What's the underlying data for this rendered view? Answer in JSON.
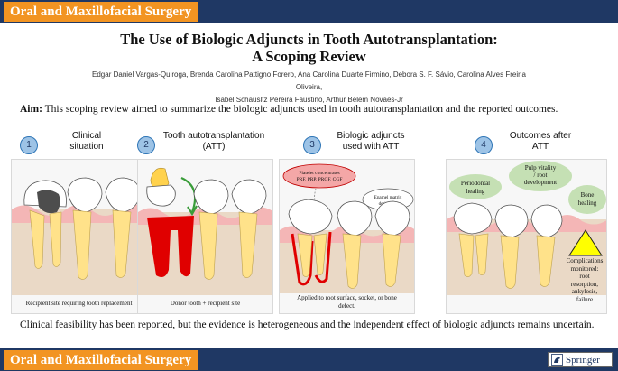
{
  "journal": {
    "name": "Oral and Maxillofacial Surgery"
  },
  "title": {
    "line1": "The Use of Biologic Adjuncts in Tooth Autotransplantation:",
    "line2": "A Scoping Review"
  },
  "authors": {
    "line1": "Edgar Daniel Vargas-Quiroga, Brenda Carolina Pattigno Forero, Ana Carolina Duarte Firmino, Debora S. F. Sávio, Carolina Alves Freiria Oliveira,",
    "line2": "Isabel Schausltz Pereira Faustino, Arthur Belem Novaes-Jr"
  },
  "aim": {
    "label": "Aim:",
    "text": " This scoping review aimed to summarize the biologic adjuncts used in tooth autotransplantation and the reported outcomes."
  },
  "steps": [
    {
      "number": "1",
      "title_line1": "Clinical",
      "title_line2": "situation",
      "caption": "Recipient site requiring tooth replacement"
    },
    {
      "number": "2",
      "title_line1": "Tooth autotransplantation",
      "title_line2": "(ATT)",
      "caption": "Donor tooth + recipient site"
    },
    {
      "number": "3",
      "title_line1": "Biologic adjuncts",
      "title_line2": "used with ATT",
      "caption_line1": "Applied to root surface, socket, or bone",
      "caption_line2": "defect.",
      "bubbles": {
        "platelet_line1": "Platelet concentrates",
        "platelet_line2": "PRF, PRP, PRGF, CGF",
        "enamel_line1": "Enamel matrix",
        "enamel_line2": "derivative"
      }
    },
    {
      "number": "4",
      "title_line1": "Outcomes after",
      "title_line2": "ATT",
      "outcomes": {
        "periodontal_line1": "Periodontal",
        "periodontal_line2": "healing",
        "pulp_line1": "Pulp vitality",
        "pulp_line2": "/ root",
        "pulp_line3": "development",
        "bone_line1": "Bone",
        "bone_line2": "healing"
      },
      "complications": [
        "Complications",
        "monitored:",
        "root",
        "resorption,",
        "ankylosis,",
        "failure"
      ]
    }
  ],
  "conclusion": "Clinical feasibility has been reported, but the evidence is heterogeneous and the independent effect of biologic adjuncts remains uncertain.",
  "publisher": "Springer",
  "colors": {
    "band": "#1f3864",
    "journal_tag": "#f29422",
    "step_number_fill": "#9dc3e6",
    "outcome_bubble": "#c5e0b4",
    "platelet_bubble": "#f4a7a7",
    "warning": "#ffff00",
    "gum": "#f4b6b6",
    "bone": "#ead9c6",
    "root": "#ffe28a",
    "graft": "#e00000"
  }
}
